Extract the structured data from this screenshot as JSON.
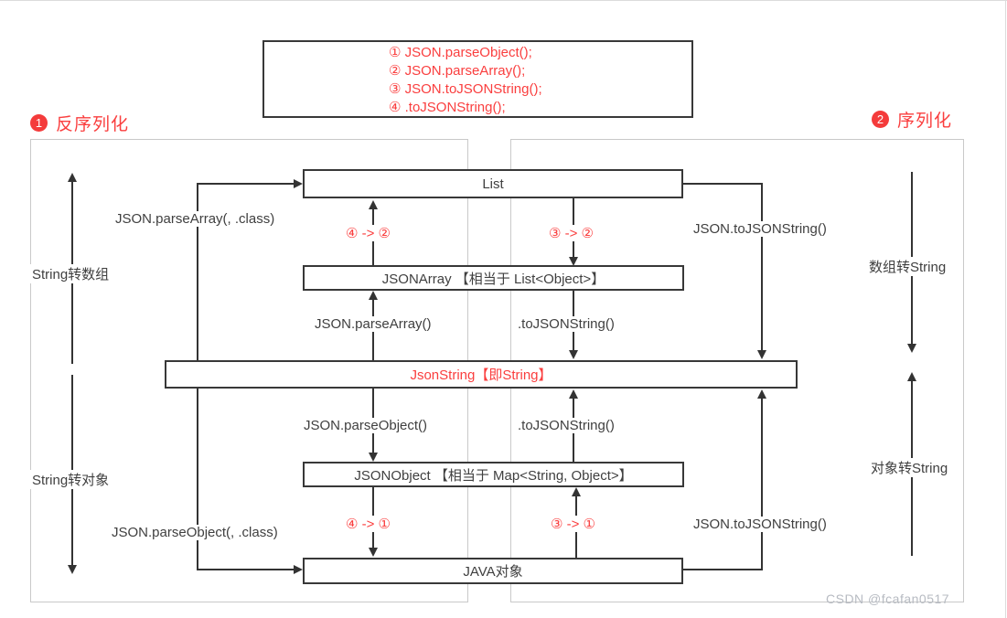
{
  "colors": {
    "accent_red": "#fa3e3e",
    "line_dark": "#333333",
    "region_border": "#c9c9c9",
    "text_dark": "#3f3f3f",
    "watermark_gray": "#b7bbc2"
  },
  "legend_box": {
    "lines": [
      "① JSON.parseObject();",
      "② JSON.parseArray();",
      "③ JSON.toJSONString();",
      "④ .toJSONString();"
    ]
  },
  "headers": {
    "left": {
      "badge": "1",
      "label": "反序列化"
    },
    "right": {
      "badge": "2",
      "label": "序列化"
    }
  },
  "nodes": {
    "list": "List",
    "json_array": "JSONArray 【相当于 List<Object>】",
    "json_string": "JsonString【即String】",
    "json_object": "JSONObject 【相当于 Map<String, Object>】",
    "java_object": "JAVA对象"
  },
  "edges": {
    "parse_array_class": "JSON.parseArray(, .class)",
    "parse_object_class": "JSON.parseObject(, .class)",
    "to_json_string_array": "JSON.toJSONString()",
    "to_json_string_object": "JSON.toJSONString()",
    "step_4_to_2": "④ -> ②",
    "step_3_to_2": "③ -> ②",
    "parse_array": "JSON.parseArray()",
    "to_string_from_array": ".toJSONString()",
    "parse_object": "JSON.parseObject()",
    "to_string_from_object": ".toJSONString()",
    "step_4_to_1": "④ -> ①",
    "step_3_to_1": "③ -> ①"
  },
  "side_labels": {
    "string_to_array": "String转数组",
    "string_to_object": "String转对象",
    "array_to_string": "数组转String",
    "object_to_string": "对象转String"
  },
  "watermark": "CSDN @fcafan0517"
}
